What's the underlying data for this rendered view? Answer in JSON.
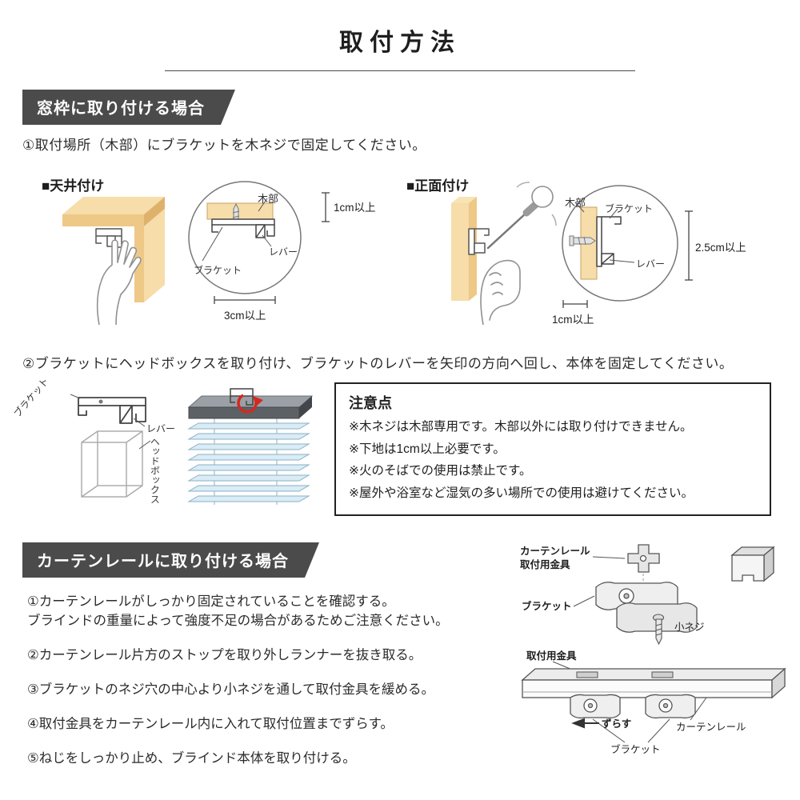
{
  "page": {
    "title": "取付方法"
  },
  "colors": {
    "badge_bg": "#4b4b4b",
    "wood": "#f6dda9",
    "slat_blue": "#daecf6",
    "arrow_red": "#d6281e"
  },
  "window_section": {
    "header": "窓枠に取り付ける場合",
    "step1": "①取付場所（木部）にブラケットを木ネジで固定してください。",
    "step2": "②ブラケットにヘッドボックスを取り付け、ブラケットのレバーを矢印の方向へ回し、本体を固定してください。",
    "ceiling_fig": {
      "title": "■天井付け",
      "labels": {
        "wood": "木部",
        "lever": "レバー",
        "bracket": "ブラケット"
      },
      "dims": {
        "vertical": "1cm以上",
        "horizontal": "3cm以上"
      }
    },
    "front_fig": {
      "title": "■正面付け",
      "labels": {
        "wood": "木部",
        "bracket": "ブラケット",
        "lever": "レバー"
      },
      "dims": {
        "vertical": "2.5cm以上",
        "horizontal": "1cm以上"
      }
    },
    "attach_fig": {
      "labels": {
        "bracket": "ブラケット",
        "lever": "レバー",
        "headbox": "ヘッドボックス"
      }
    },
    "cautions": {
      "title": "注意点",
      "items": [
        "※木ネジは木部専用です。木部以外には取り付けできません。",
        "※下地は1cm以上必要です。",
        "※火のそばでの使用は禁止です。",
        "※屋外や浴室など湿気の多い場所での使用は避けてください。"
      ]
    }
  },
  "rail_section": {
    "header": "カーテンレールに取り付ける場合",
    "steps": [
      "①カーテンレールがしっかり固定されていることを確認する。\nブラインドの重量によって強度不足の場合があるためご注意ください。",
      "②カーテンレール片方のストップを取り外しランナーを抜き取る。",
      "③ブラケットのネジ穴の中心より小ネジを通して取付金具を緩める。",
      "④取付金具をカーテンレール内に入れて取付位置までずらす。",
      "⑤ねじをしっかり止め、ブラインド本体を取り付ける。"
    ],
    "fig": {
      "labels": {
        "rail_fitting": "カーテンレール\n取付用金具",
        "bracket_top": "ブラケット",
        "small_screw": "小ネジ",
        "fitting": "取付用金具",
        "shift": "ずらす",
        "rail": "カーテンレール",
        "bracket_bottom": "ブラケット"
      }
    }
  }
}
